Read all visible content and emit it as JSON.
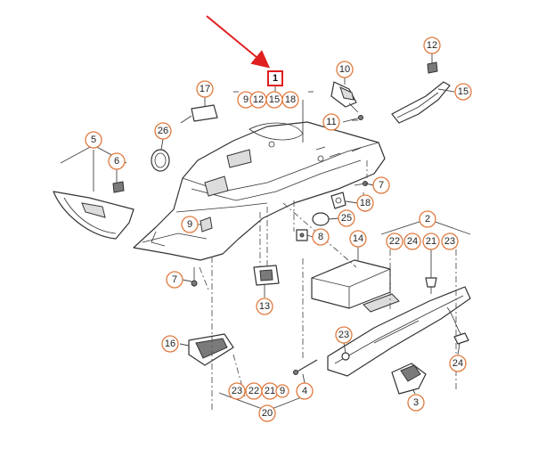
{
  "diagram": {
    "highlighted_part": "1",
    "arrow_color": "#e02020",
    "callout_color": "#e07a3f",
    "callouts": {
      "c1": "1",
      "c9a": "9",
      "c12a": "12",
      "c15a": "15",
      "c18a": "18",
      "c17": "17",
      "c10": "10",
      "c11": "11",
      "c12b": "12",
      "c15b": "15",
      "c26": "26",
      "c5": "5",
      "c6": "6",
      "c7a": "7",
      "c18b": "18",
      "c25": "25",
      "c9b": "9",
      "c8": "8",
      "c14": "14",
      "c2": "2",
      "c22a": "22",
      "c24a": "24",
      "c21a": "21",
      "c23a": "23",
      "c7b": "7",
      "c13": "13",
      "c16": "16",
      "c23b": "23",
      "c24b": "24",
      "c4": "4",
      "c23c": "23",
      "c22b": "22",
      "c21b": "21",
      "c9c": "9",
      "c20": "20",
      "c3": "3"
    }
  }
}
